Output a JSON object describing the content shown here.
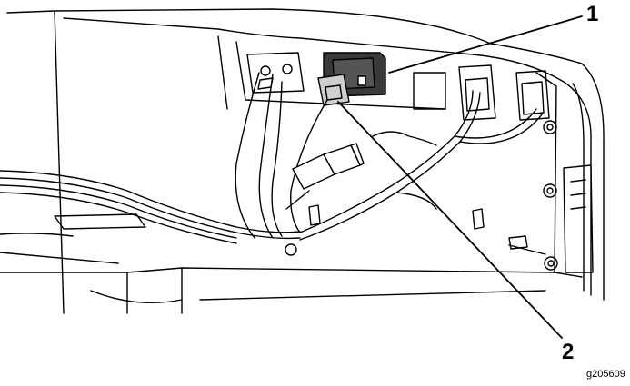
{
  "callouts": [
    {
      "number": "1"
    },
    {
      "number": "2"
    }
  ],
  "figure_id": "g205609",
  "colors": {
    "line": "#000000",
    "connector_fill": "#3a3a3a",
    "plug_fill": "#cfcfcf",
    "background": "#ffffff"
  }
}
